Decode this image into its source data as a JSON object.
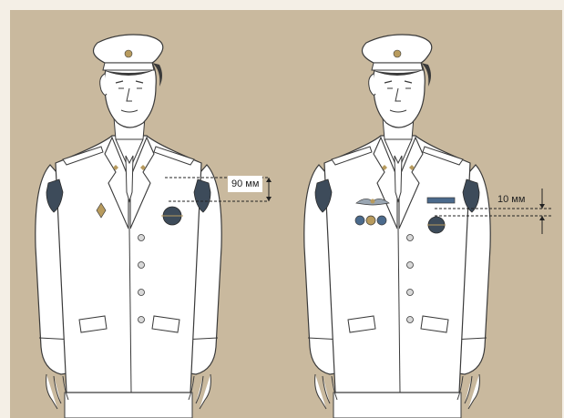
{
  "colors": {
    "background": "#c9b99e",
    "frame": "#f4efe6",
    "uniform": "#ffffff",
    "outline": "#3a3a3a",
    "emblem": "#3d4b5a",
    "insignia_gold": "#b89b5e",
    "medal_blue": "#4b6a8c"
  },
  "figures": [
    {
      "name": "left-officer",
      "measurement": "90 мм"
    },
    {
      "name": "right-officer",
      "measurement": "10 мм"
    }
  ],
  "icons": {
    "sleeve_emblem": "shield-emblem-icon",
    "cap_badge": "cockade-icon",
    "breast_badge": "breast-badge-icon",
    "medals": "medal-icon",
    "wings": "wing-badge-icon"
  }
}
